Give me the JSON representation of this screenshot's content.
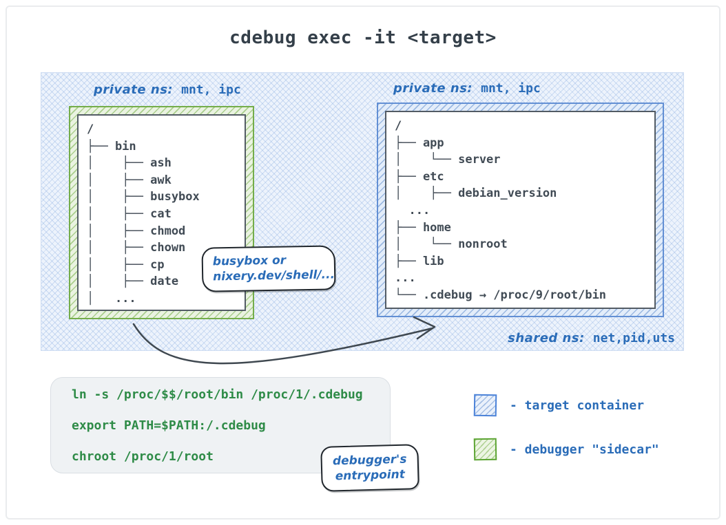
{
  "title": "cdebug exec -it <target>",
  "region": {
    "sidecar": {
      "ns_label": {
        "hand": "private ns:",
        "mono": "mnt, ipc"
      },
      "tree": [
        "/",
        "├── bin",
        "│    ├── ash",
        "│    ├── awk",
        "│    ├── busybox",
        "│    ├── cat",
        "│    ├── chmod",
        "│    ├── chown",
        "│    ├── cp",
        "│    ├── date",
        "│   ..."
      ]
    },
    "target": {
      "ns_label": {
        "hand": "private ns:",
        "mono": "mnt, ipc"
      },
      "tree": [
        "/",
        "├── app",
        "│    └── server",
        "├── etc",
        "│    ├── debian_version",
        "  ...",
        "├── home",
        "│    └── nonroot",
        "├── lib",
        "...",
        "└── .cdebug → /proc/9/root/bin"
      ]
    },
    "shared_ns_label": {
      "hand": "shared ns:",
      "mono": "net,pid,uts"
    }
  },
  "tools_bubble": {
    "line1": "busybox or",
    "line2": "nixery.dev/shell/..."
  },
  "entrypoint_bubble": {
    "line1": "debugger's",
    "line2": "entrypoint"
  },
  "code_block": {
    "line1": "ln -s /proc/$$/root/bin /proc/1/.cdebug",
    "line2": "export PATH=$PATH:/.cdebug",
    "line3": "chroot /proc/1/root"
  },
  "legend": {
    "target": {
      "label": "- target container"
    },
    "sidecar": {
      "label": "- debugger \"sidecar\""
    }
  },
  "colors": {
    "blue_text": "#2a6cb8",
    "green_code": "#2e8b47",
    "tree_text": "#414b55",
    "green_border": "#74ad4a",
    "blue_border": "#628fd4"
  }
}
